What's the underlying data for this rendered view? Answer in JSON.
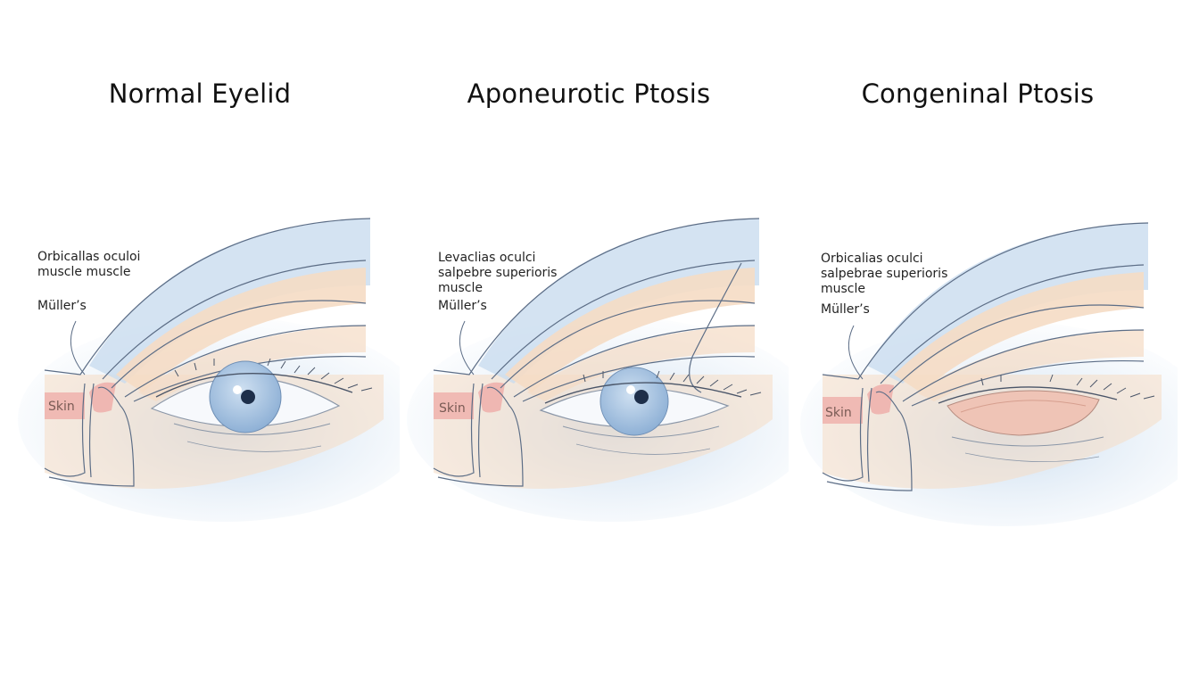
{
  "colors": {
    "background": "#ffffff",
    "blue_wash": "#c9dcef",
    "peach_tissue": "#f5dcc4",
    "pink_muscle": "#eeb1ad",
    "outline": "#5c6d86",
    "iris": "#8fb1d6",
    "pupil": "#1e2f4a"
  },
  "panels": [
    {
      "title": "Normal Eyelid",
      "label_upper": "Orbicallas oculoi\nmuscle muscle",
      "label_muller": "Müller’s",
      "label_skin": "Skin",
      "eye_state": "open"
    },
    {
      "title": "Aponeurotic Ptosis",
      "label_upper": "Levaclias oculci\nsalpebre superioris\nmuscle",
      "label_muller": "Müller’s",
      "label_skin": "Skin",
      "eye_state": "open"
    },
    {
      "title": "Congeninal Ptosis",
      "label_upper": "Orbicalias oculci\nsalpebrae superioris\nmuscle",
      "label_muller": "Müller’s",
      "label_skin": "Skin",
      "eye_state": "closed"
    }
  ]
}
